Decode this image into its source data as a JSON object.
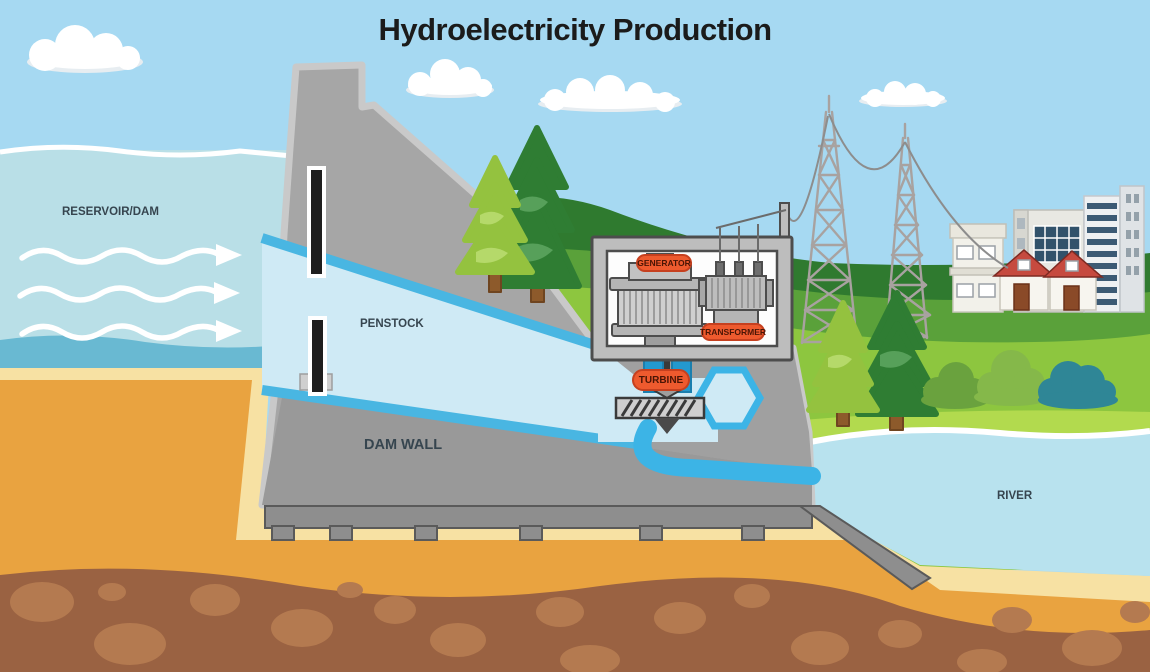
{
  "title": "Hydroelectricity Production",
  "diagram": {
    "labels": {
      "reservoir": "RESERVOIR/DAM",
      "penstock": "PENSTOCK",
      "dam_wall": "DAM WALL",
      "river": "RIVER"
    },
    "badges": {
      "generator": "GENERATOR",
      "transformer": "TRANSFORMER",
      "turbine": "TURBINE"
    },
    "colors": {
      "sky": "#a6d9f2",
      "reservoir_water": "#b9dfe7",
      "reservoir_water_deep": "#69b9d2",
      "penstock_water": "#cfeaf5",
      "pipe_edge": "#49b6e2",
      "draft_tube": "#3cb4e6",
      "dam_concrete": "#a6a6a6",
      "dam_outline": "#c9c9c9",
      "badge_fill": "#ee5a2e",
      "badge_text": "#4a1505",
      "hill_dark": "#2f7a2f",
      "hill_mid": "#5aa13a",
      "hill_bright": "#8dc63f",
      "hill_light": "#b2da4e",
      "sand_pale": "#f7e1a3",
      "sand_orange": "#e9a340",
      "soil_brown": "#9a6242",
      "rock": "#b47a50",
      "river_water": "#b8e2ee",
      "roof_red": "#c64a3f",
      "tower_metal": "#a8a2a0"
    }
  }
}
